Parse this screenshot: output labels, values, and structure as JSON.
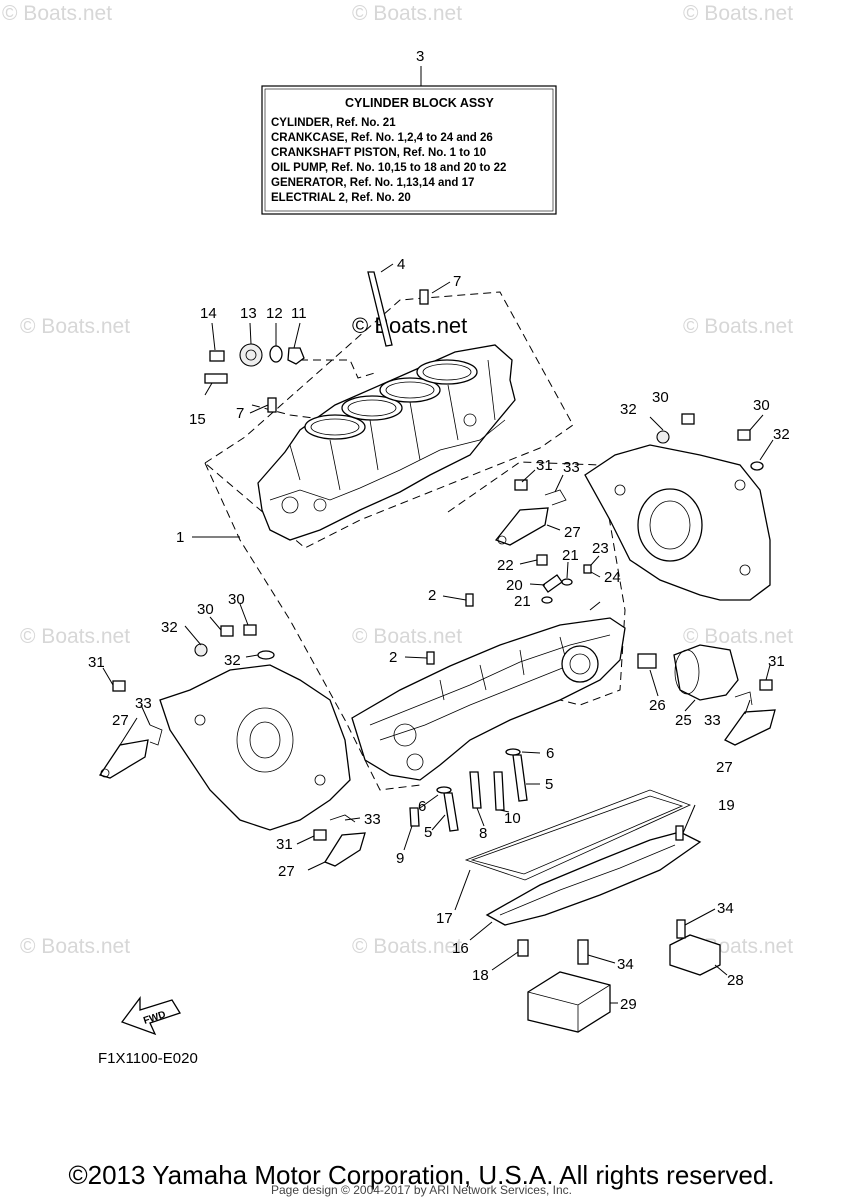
{
  "watermark": "© Boats.net",
  "assembly_box": {
    "ref": "3",
    "title": "CYLINDER BLOCK ASSY",
    "lines": [
      "CYLINDER, Ref. No. 21",
      "CRANKCASE,  Ref. No. 1,2,4 to 24 and 26",
      "CRANKSHAFT PISTON,  Ref. No. 1 to 10",
      "OIL PUMP,  Ref. No. 10,15 to 18 and 20 to 22",
      "GENERATOR,  Ref. No. 1,13,14 and 17",
      "ELECTRIAL 2, Ref. No. 20"
    ]
  },
  "callouts": {
    "c1": "1",
    "c2a": "2",
    "c2b": "2",
    "c4": "4",
    "c5a": "5",
    "c5b": "5",
    "c6a": "6",
    "c6b": "6",
    "c7a": "7",
    "c7b": "7",
    "c8": "8",
    "c9": "9",
    "c10": "10",
    "c11": "11",
    "c12": "12",
    "c13": "13",
    "c14": "14",
    "c15": "15",
    "c16": "16",
    "c17": "17",
    "c18": "18",
    "c19": "19",
    "c20": "20",
    "c21a": "21",
    "c21b": "21",
    "c22": "22",
    "c23": "23",
    "c24": "24",
    "c25": "25",
    "c26": "26",
    "c27a": "27",
    "c27b": "27",
    "c27c": "27",
    "c27d": "27",
    "c28": "28",
    "c29": "29",
    "c30a": "30",
    "c30b": "30",
    "c30c": "30",
    "c30d": "30",
    "c31a": "31",
    "c31b": "31",
    "c31c": "31",
    "c31d": "31",
    "c32a": "32",
    "c32b": "32",
    "c32c": "32",
    "c32d": "32",
    "c33a": "33",
    "c33b": "33",
    "c33c": "33",
    "c33d": "33",
    "c34a": "34",
    "c34b": "34"
  },
  "fwd_label": "FWD",
  "diagram_code": "F1X1100-E020",
  "copyright": "©2013 Yamaha Motor Corporation, U.S.A. All rights reserved.",
  "page_design": "Page design © 2004-2017 by ARI Network Services, Inc."
}
